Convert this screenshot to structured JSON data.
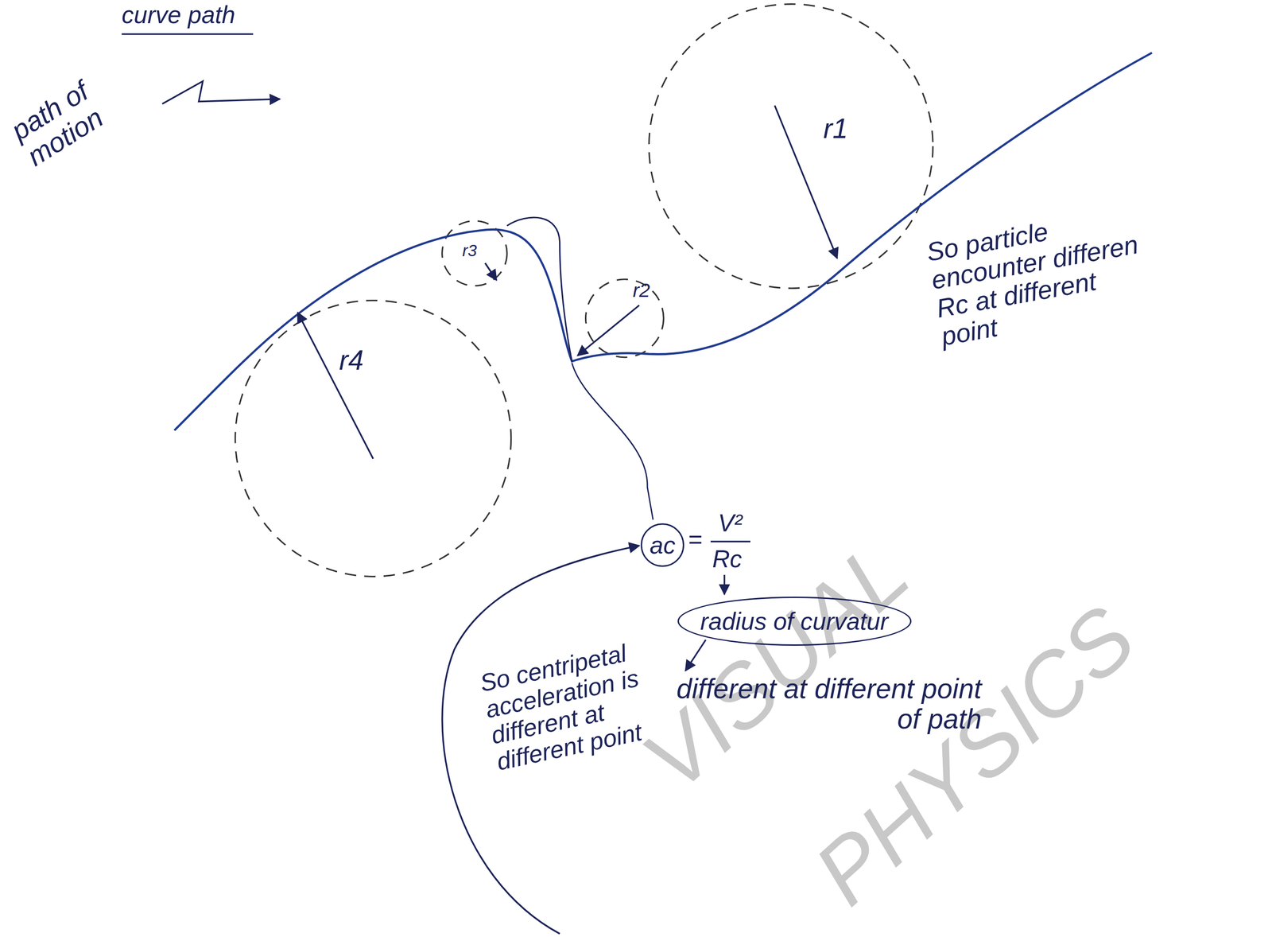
{
  "diagram": {
    "nodes": [
      {
        "text": [
          "ac"
        ]
      },
      {
        "text": [
          "radius of curvatur"
        ]
      }
    ],
    "labels": [
      "curve path",
      "path of motion",
      "r1",
      "r2",
      "r3",
      "r4",
      "So particle encounter differen Rc at different point",
      "=",
      "V²",
      "Rc",
      "So centripetal acceleration is different at different point",
      "different at different point of path",
      "VISUAL",
      "PHYSICS"
    ]
  }
}
